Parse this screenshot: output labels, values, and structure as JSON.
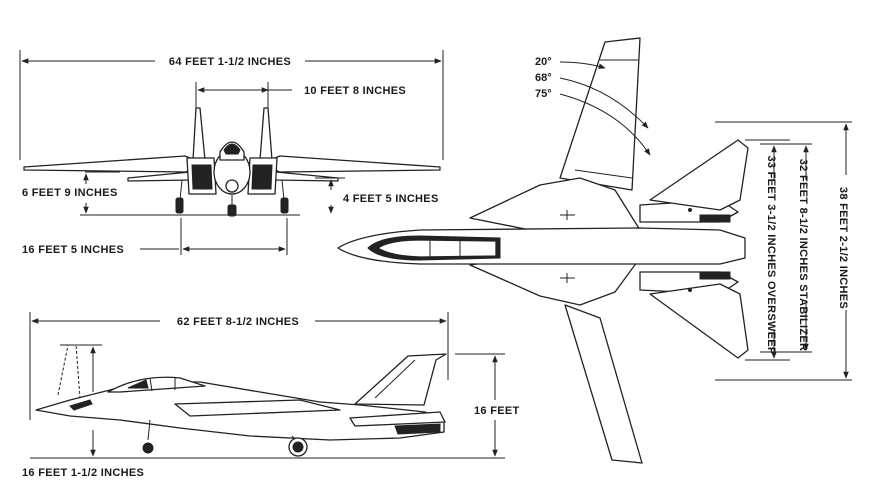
{
  "sweep_angles": {
    "a1": "20°",
    "a2": "68°",
    "a3": "75°"
  },
  "dimensions": {
    "front_span": "64 FEET 1-1/2 INCHES",
    "front_tail_spacing": "10 FEET 8 INCHES",
    "front_left_height": "6 FEET 9 INCHES",
    "front_right_height": "4 FEET 5 INCHES",
    "front_track": "16 FEET 5 INCHES",
    "side_length": "62 FEET 8-1/2 INCHES",
    "side_height": "16 FEET",
    "side_bottom": "16 FEET 1-1/2 INCHES",
    "top_oversweep": "33 FEET 3-1/2 INCHES OVERSWEEP",
    "top_stabilizer": "32 FEET 8-1/2 INCHES STABILIZER",
    "top_span": "38 FEET 2-1/2 INCHES"
  },
  "colors": {
    "ink": "#222222",
    "paper": "#ffffff"
  }
}
